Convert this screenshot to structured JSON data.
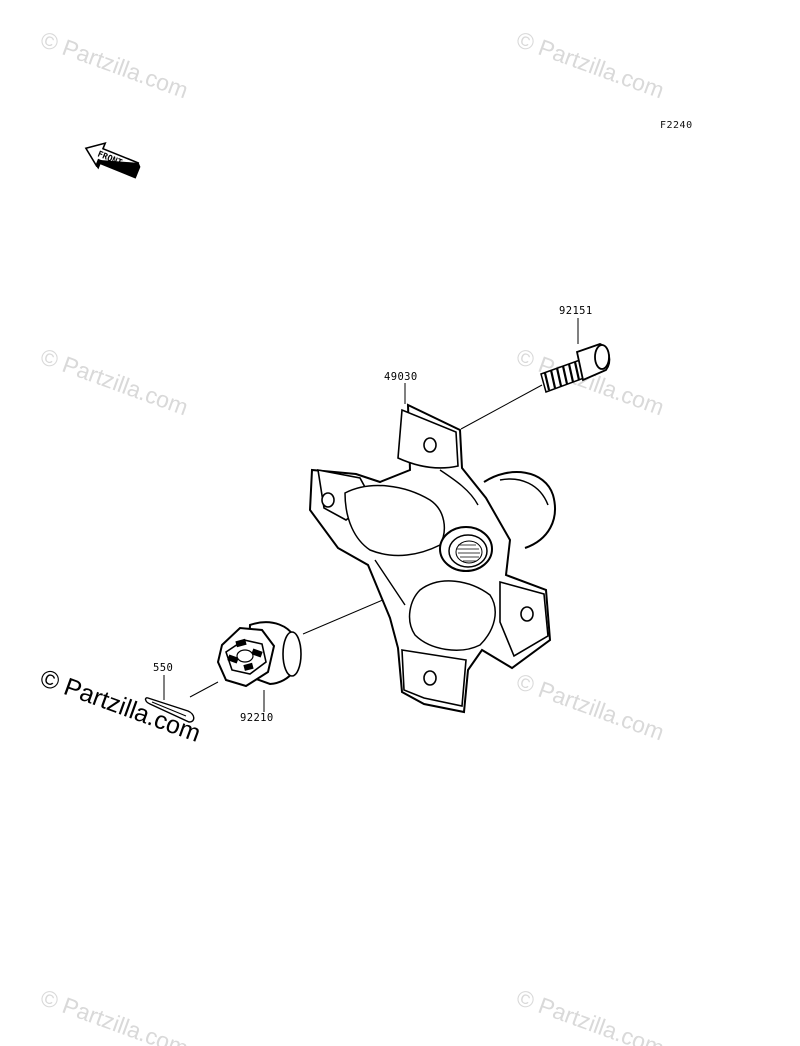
{
  "diagram": {
    "figure_code": "F2240",
    "front_label": "FRONT",
    "parts": [
      {
        "number": "92151"
      },
      {
        "number": "49030"
      },
      {
        "number": "550"
      },
      {
        "number": "92210"
      }
    ]
  },
  "watermark": {
    "text": "© Partzilla.com",
    "color": "#d9d9d9",
    "prominent_color": "#000000"
  }
}
